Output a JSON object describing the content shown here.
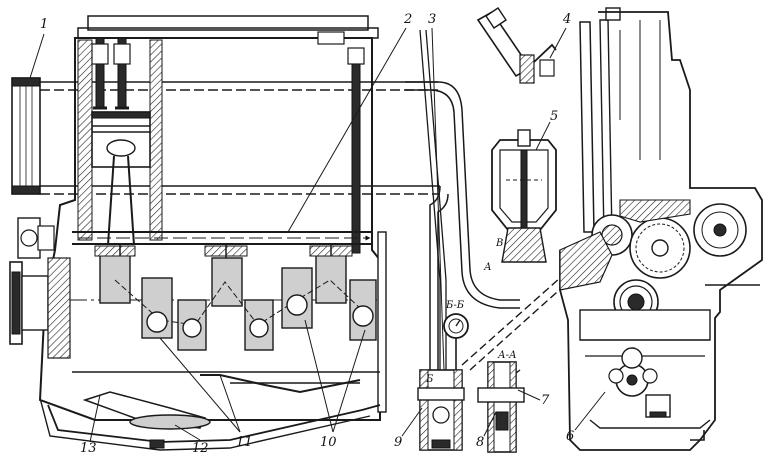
{
  "callouts": {
    "c1": "1",
    "c2": "2",
    "c3": "3",
    "c4": "4",
    "c5": "5",
    "c6": "6",
    "c7": "7",
    "c8": "8",
    "c9": "9",
    "c10": "10",
    "c11": "11",
    "c12": "12",
    "c13": "13"
  },
  "sections": {
    "bb_gauge": "Б-Б",
    "bb_left": "Б",
    "aa_label": "А-А",
    "a_label": "А",
    "v_label": "В"
  }
}
